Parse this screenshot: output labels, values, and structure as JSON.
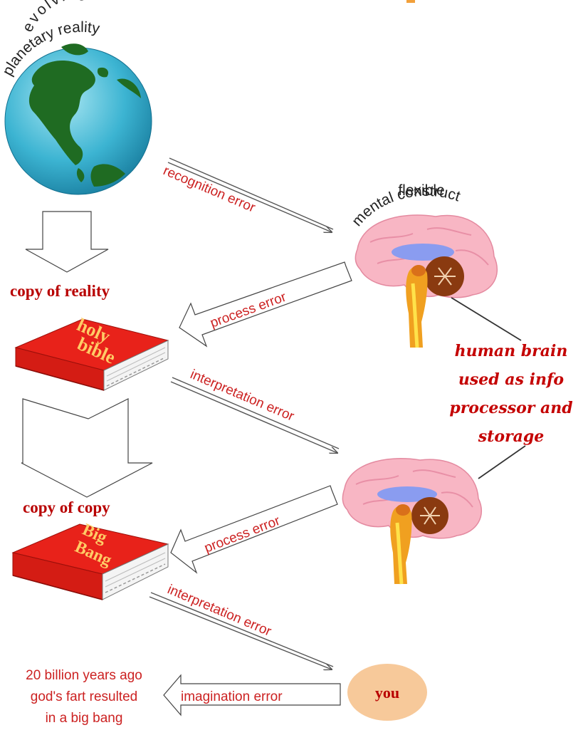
{
  "nodes": {
    "earth_caption_line1": "evolving",
    "earth_caption_line2": "planetary reality",
    "brain_caption_line1": "flexible",
    "brain_caption_line2": "mental construct",
    "copy_of_reality": "copy of reality",
    "book1_title_line1": "holy",
    "book1_title_line2": "bible",
    "copy_of_copy": "copy of copy",
    "book2_title_line1": "Big",
    "book2_title_line2": "Bang",
    "you": "you",
    "brain_note": [
      "human brain",
      "used as info",
      "processor and",
      "storage"
    ],
    "result": [
      "20 billion years ago",
      "god's fart resulted",
      "in a big bang"
    ]
  },
  "edges": {
    "recognition": "recognition error",
    "process1": "process error",
    "interpretation1": "interpretation error",
    "process2": "process error",
    "interpretation2": "interpretation error",
    "imagination": "imagination error"
  },
  "colors": {
    "label_red": "#cc2222",
    "book_red": "#e8221a",
    "ocean": "#26a8c9",
    "land": "#1f6b22",
    "you_circle": "#f7c99a"
  }
}
